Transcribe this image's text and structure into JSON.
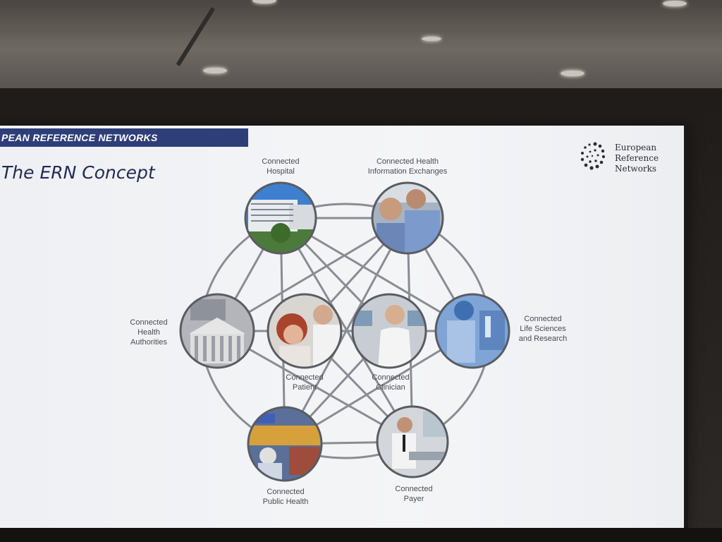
{
  "slide": {
    "header": "PEAN REFERENCE NETWORKS",
    "title": "The ERN Concept",
    "logo": {
      "line1": "European",
      "line2": "Reference",
      "line3": "Networks"
    }
  },
  "nodes": {
    "hospital": {
      "label1": "Connected",
      "label2": "Hospital"
    },
    "hie": {
      "label1": "Connected Health",
      "label2": "Information Exchanges"
    },
    "authorities": {
      "label1": "Connected",
      "label2": "Health",
      "label3": "Authorities"
    },
    "patient": {
      "label1": "Connected",
      "label2": "Patient"
    },
    "clinician": {
      "label1": "Connected",
      "label2": "Clinician"
    },
    "research": {
      "label1": "Connected",
      "label2": "Life Sciences",
      "label3": "and Research"
    },
    "publichealth": {
      "label1": "Connected",
      "label2": "Public Health"
    },
    "payer": {
      "label1": "Connected",
      "label2": "Payer"
    }
  },
  "colors": {
    "header_bar": "#2e3e79",
    "title": "#1f2a55",
    "connector": "#8a8c94",
    "node_ring": "#5a5c63"
  }
}
